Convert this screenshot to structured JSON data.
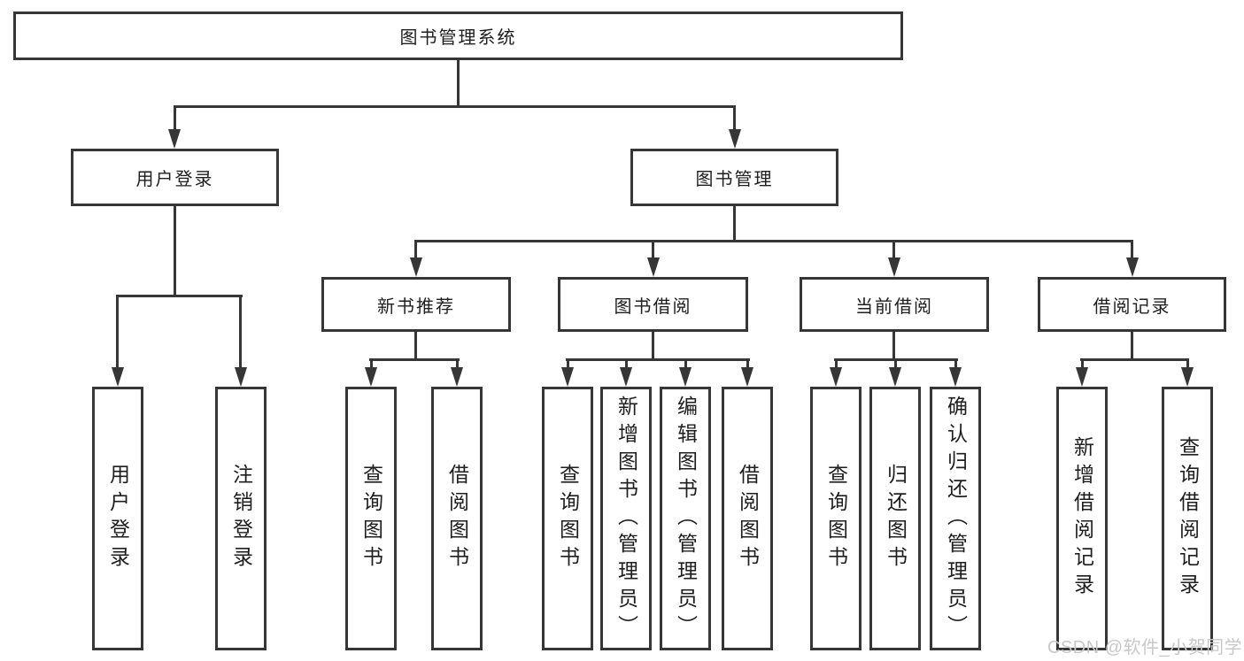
{
  "tree": {
    "root": "图书管理系统",
    "branches": [
      {
        "label": "用户登录",
        "children": [
          "用户登录",
          "注销登录"
        ]
      },
      {
        "label": "图书管理",
        "sections": [
          {
            "label": "新书推荐",
            "children": [
              "查询图书",
              "借阅图书"
            ]
          },
          {
            "label": "图书借阅",
            "children": [
              "查询图书",
              "新增图书（管理员）",
              "编辑图书（管理员）",
              "借阅图书"
            ]
          },
          {
            "label": "当前借阅",
            "children": [
              "查询图书",
              "归还图书",
              "确认归还（管理员）"
            ]
          },
          {
            "label": "借阅记录",
            "children": [
              "新增借阅记录",
              "查询借阅记录"
            ]
          }
        ]
      }
    ]
  },
  "colors": {
    "line": "#363636",
    "text": "#1e1e1e",
    "watermark": "#c8c8c8",
    "background": "#ffffff"
  },
  "watermark": "CSDN @软件_小贺同学"
}
